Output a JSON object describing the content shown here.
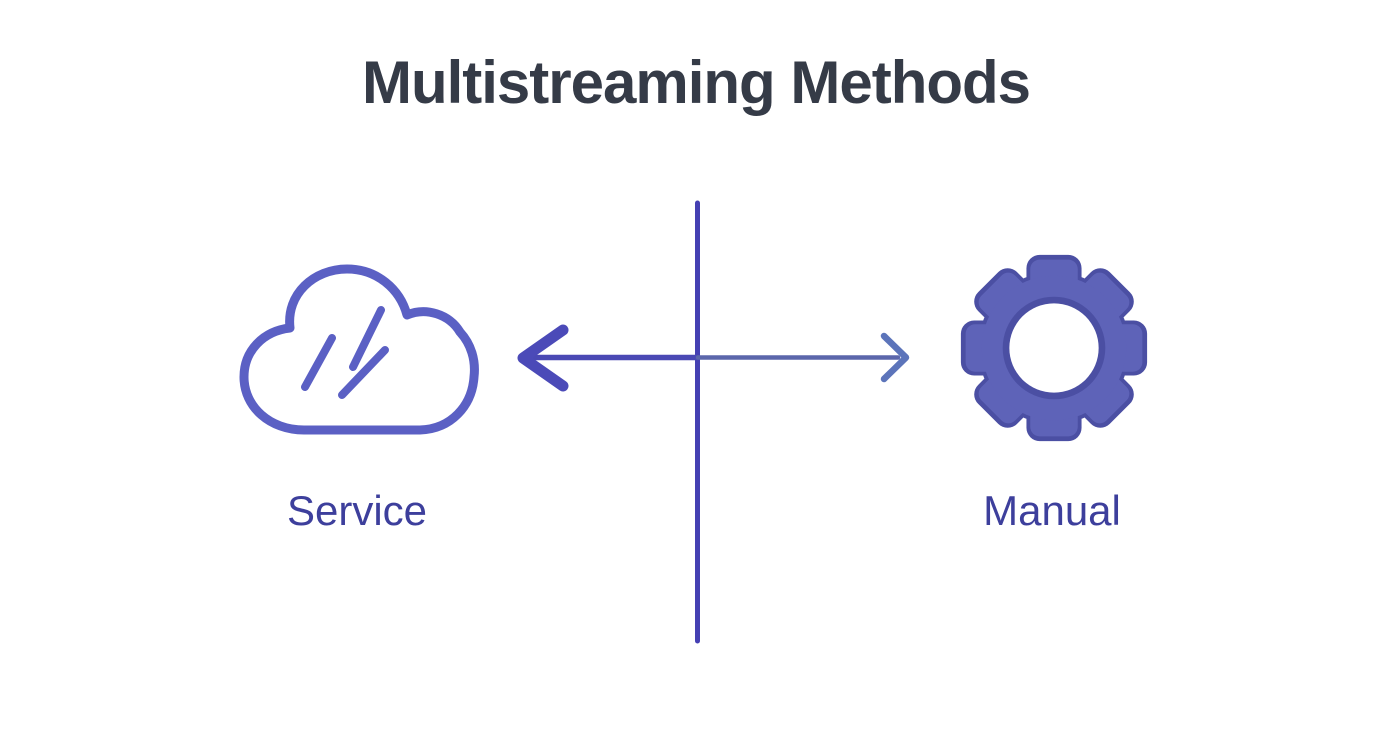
{
  "title": "Multistreaming Methods",
  "diagram": {
    "left": {
      "icon": "cloud-icon",
      "label": "Service"
    },
    "right": {
      "icon": "gear-icon",
      "label": "Manual"
    },
    "divider": "vertical-line",
    "connector": "double-headed-horizontal-arrow"
  },
  "colors": {
    "background": "#ffffff",
    "title": "#353b47",
    "label": "#3d3f9c",
    "cloud": "#5b60c4",
    "gear_fill": "#5e63b8",
    "gear_outline": "#4b4fa3",
    "line_vertical": "#4540b3",
    "line_left": "#4a49b4",
    "line_right": "#5b66ab",
    "arrow_left": "#4b4ab8",
    "arrow_right": "#5c74ba"
  }
}
